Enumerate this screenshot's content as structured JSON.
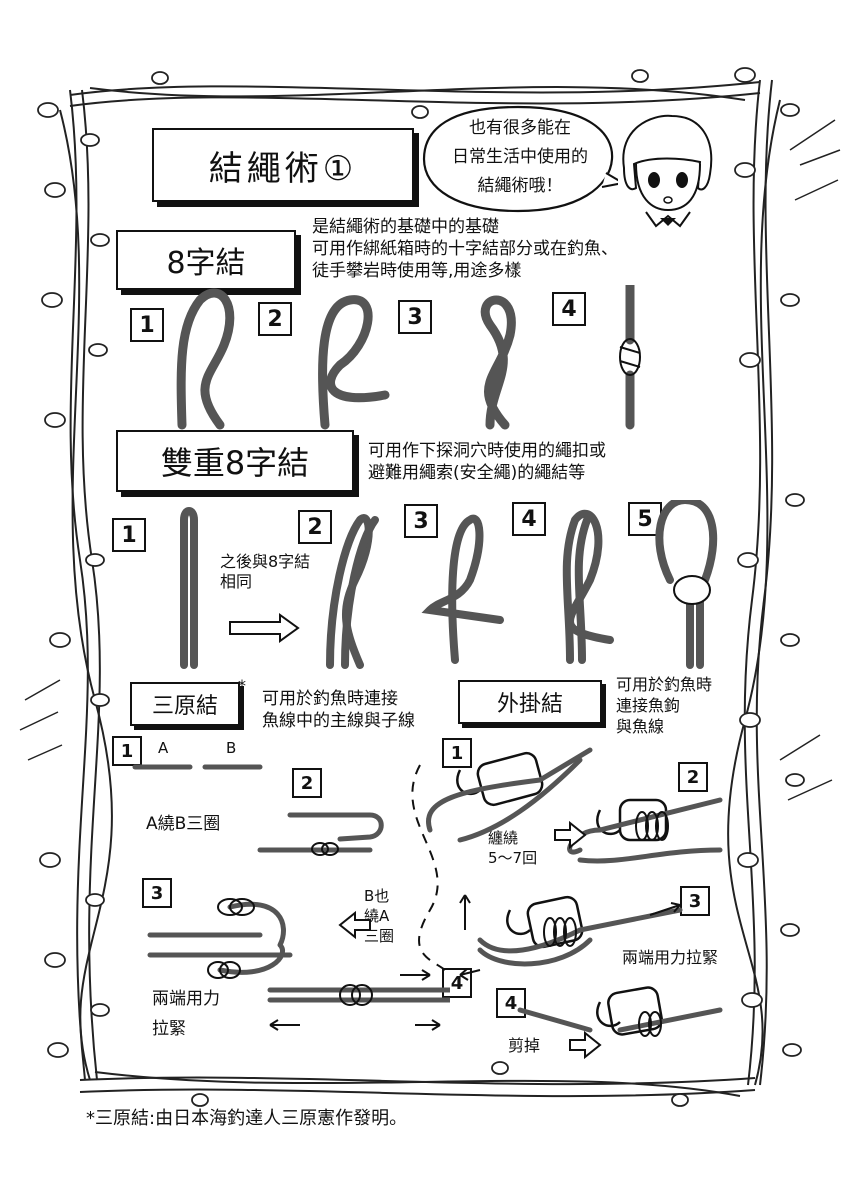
{
  "page_title": "結繩術①",
  "bubble": {
    "line1": "也有很多能在",
    "line2": "日常生活中使用的",
    "line3": "結繩術哦！"
  },
  "sections": {
    "figure8": {
      "title": "8字結",
      "desc_line1": "是結繩術的基礎中的基礎",
      "desc_line2": "可用作綁紙箱時的十字結部分或在釣魚、",
      "desc_line3": "徒手攀岩時使用等,用途多樣",
      "steps": [
        "1",
        "2",
        "3",
        "4"
      ]
    },
    "double8": {
      "title": "雙重8字結",
      "desc_line1": "可用作下探洞穴時使用的繩扣或",
      "desc_line2": "避難用繩索(安全繩)的繩結等",
      "steps": [
        "1",
        "2",
        "3",
        "4",
        "5"
      ],
      "note_line1": "之後與8字結",
      "note_line2": "相同"
    },
    "mihara": {
      "title": "三原結",
      "title_mark": "*",
      "desc_line1": "可用於釣魚時連接",
      "desc_line2": "魚線中的主線與子線",
      "steps": [
        "1",
        "2",
        "3",
        "4"
      ],
      "label_a": "A",
      "label_b": "B",
      "note_wrap": "A繞B三圈",
      "note_b_line1": "B也",
      "note_b_line2": "繞A",
      "note_b_line3": "三圈",
      "note_pull_line1": "兩端用力",
      "note_pull_line2": "拉緊"
    },
    "sotogake": {
      "title": "外掛結",
      "desc_line1": "可用於釣魚時",
      "desc_line2": "連接魚鉤",
      "desc_line3": "與魚線",
      "steps": [
        "1",
        "2",
        "3",
        "4"
      ],
      "note_wind_line1": "纏繞",
      "note_wind_line2": "5～7回",
      "note_pull": "兩端用力拉緊",
      "note_cut": "剪掉"
    }
  },
  "footnote": "*三原結:由日本海釣達人三原憲作發明。"
}
